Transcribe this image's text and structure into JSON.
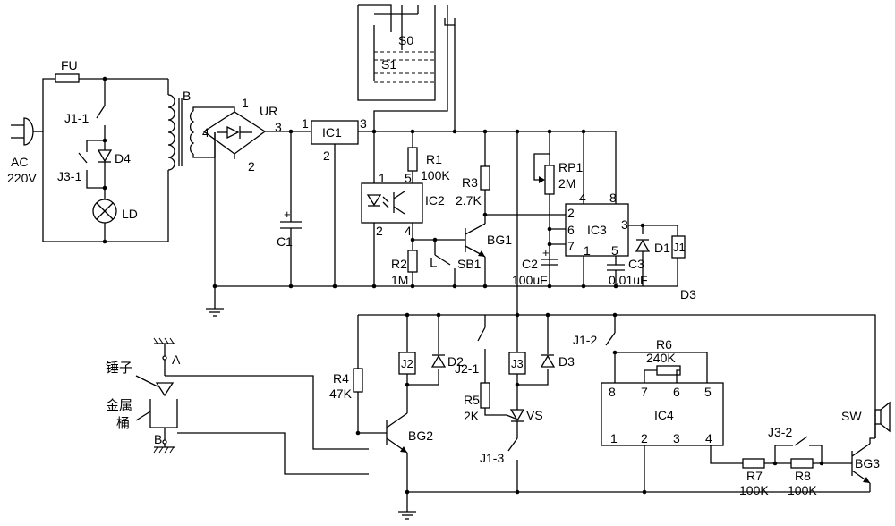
{
  "labels": {
    "fu": "FU",
    "b": "B",
    "ur": "UR",
    "ur_pin1": "1",
    "ur_pin2": "2",
    "ur_pin3": "3",
    "ur_pin4": "4",
    "ic1": "IC1",
    "ic1_pin1": "1",
    "ic1_pin2": "2",
    "ic1_pin3": "3",
    "j1_1": "J1-1",
    "d4": "D4",
    "j3_1": "J3-1",
    "ld": "LD",
    "ac": "AC",
    "ac_v": "220V",
    "c1": "C1",
    "s0": "S0",
    "s1": "S1",
    "r1": "R1",
    "r1_v": "100K",
    "ic2": "IC2",
    "ic2_pin1": "1",
    "ic2_pin2": "2",
    "ic2_pin4": "4",
    "ic2_pin5": "5",
    "r3": "R3",
    "r3_v": "2.7K",
    "rp1": "RP1",
    "rp1_v": "2M",
    "ic3": "IC3",
    "ic3_pin2": "2",
    "ic3_pin3": "3",
    "ic3_pin4": "4",
    "ic3_pin5": "5",
    "ic3_pin6": "6",
    "ic3_pin7": "7",
    "ic3_pin8": "8",
    "ic3_pin1": "1",
    "d1": "D1",
    "j1": "J1",
    "bg1": "BG1",
    "r2": "R2",
    "r2_v": "1M",
    "sb1": "SB1",
    "c2": "C2",
    "c2_v": "100uF",
    "c3": "C3",
    "c3_v": "0.01uF",
    "d3_top": "D3",
    "hammer": "锤子",
    "bucket": "金属\n桶",
    "bucket_l1": "金属",
    "bucket_l2": "桶",
    "pa": "A",
    "pb": "B",
    "r4": "R4",
    "r4_v": "47K",
    "j2": "J2",
    "d2": "D2",
    "j2_1": "J2-1",
    "r5": "R5",
    "r5_v": "2K",
    "j3": "J3",
    "d3": "D3",
    "vs": "VS",
    "j1_2": "J1-2",
    "r6": "R6",
    "r6_v": "240K",
    "ic4": "IC4",
    "ic4_pins_top": [
      "8",
      "7",
      "6",
      "5"
    ],
    "ic4_pins_bot": [
      "1",
      "2",
      "3",
      "4"
    ],
    "bg2": "BG2",
    "j1_3": "J1-3",
    "j3_2": "J3-2",
    "r7": "R7",
    "r7_v": "100K",
    "r8": "R8",
    "r8_v": "100K",
    "sw": "SW",
    "bg3": "BG3"
  }
}
